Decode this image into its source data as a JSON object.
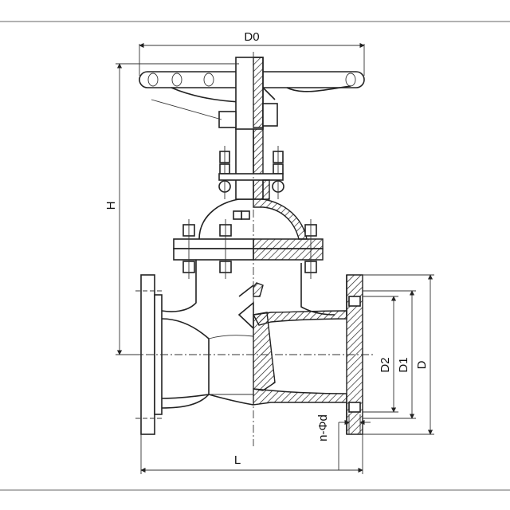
{
  "drawing": {
    "labels": {
      "d0": "D0",
      "h": "H",
      "l": "L",
      "d2": "D2",
      "d1": "D1",
      "d": "D",
      "nd": "n-Φd"
    }
  }
}
